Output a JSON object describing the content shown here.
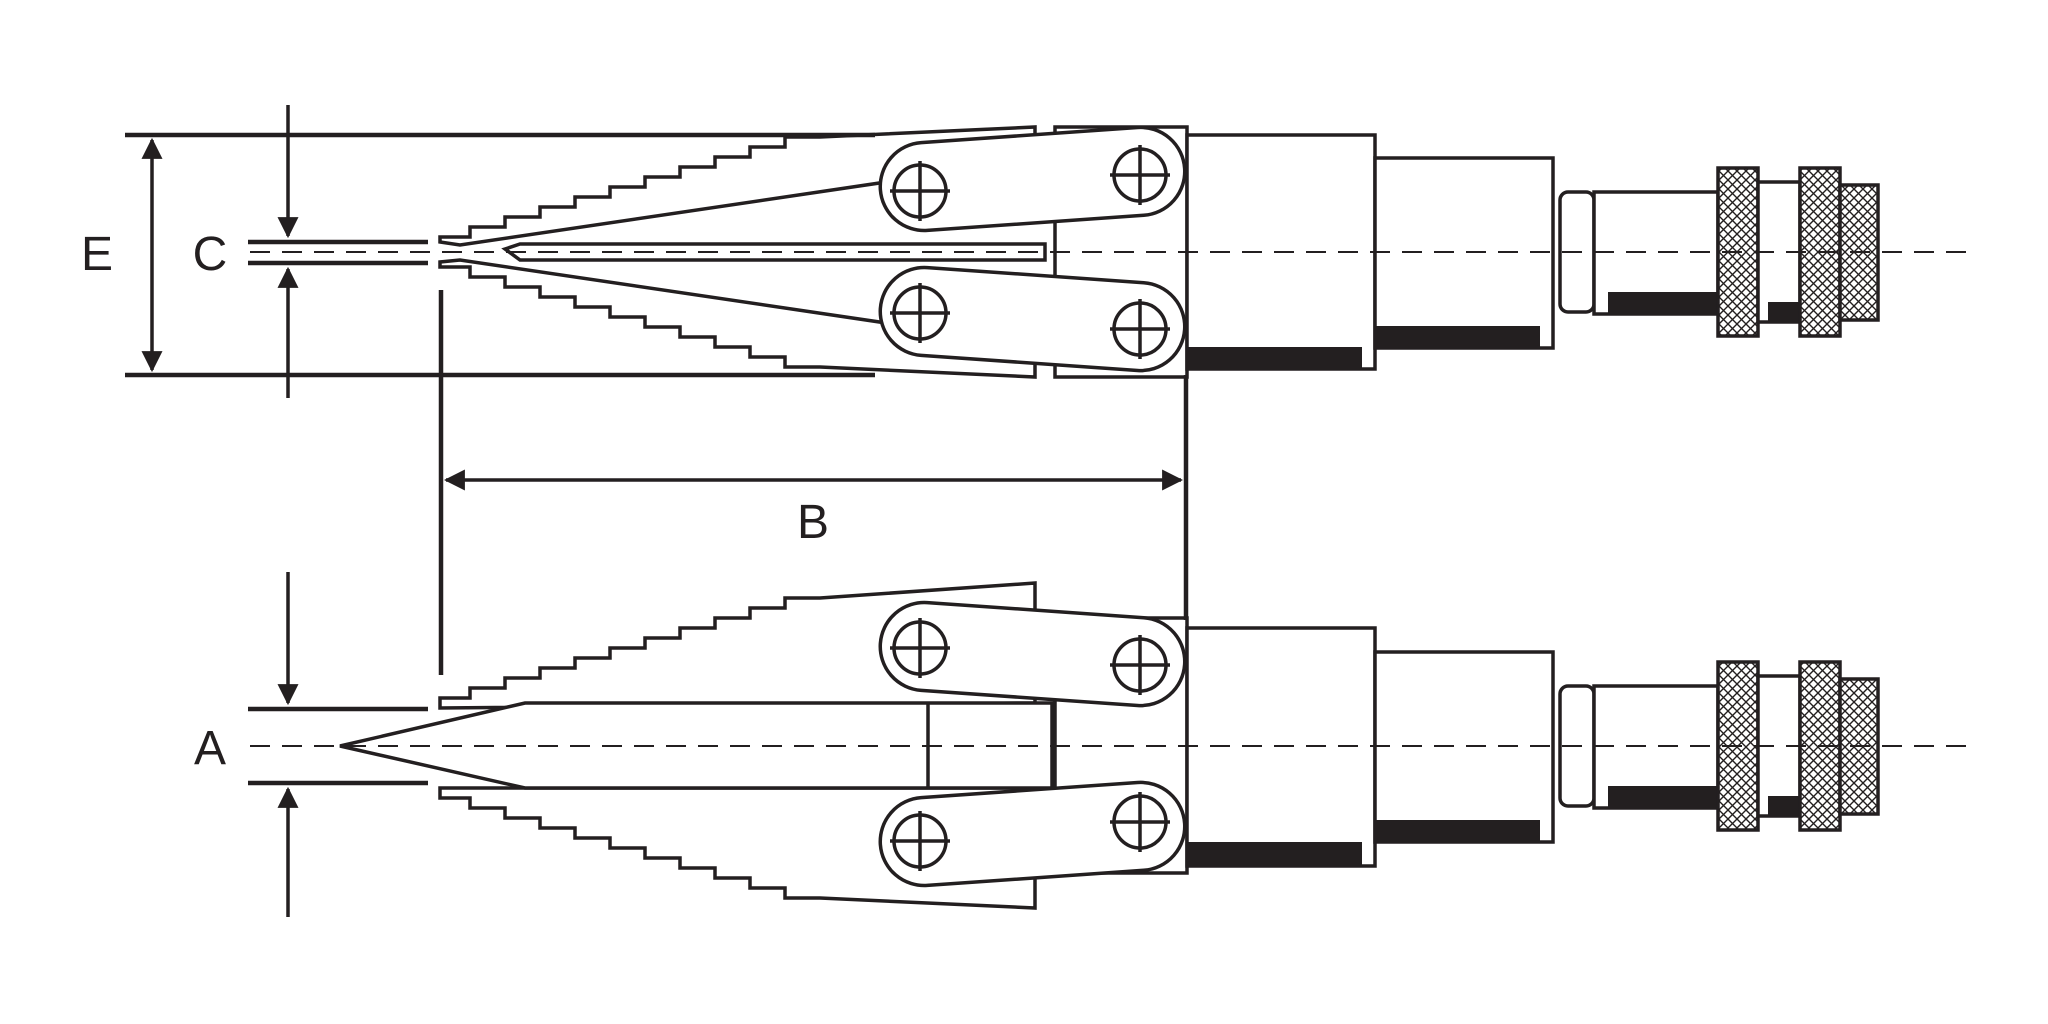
{
  "labels": {
    "a": "A",
    "b": "B",
    "c": "C",
    "e": "E"
  },
  "colors": {
    "ink": "#231f20",
    "paper": "#ffffff"
  }
}
